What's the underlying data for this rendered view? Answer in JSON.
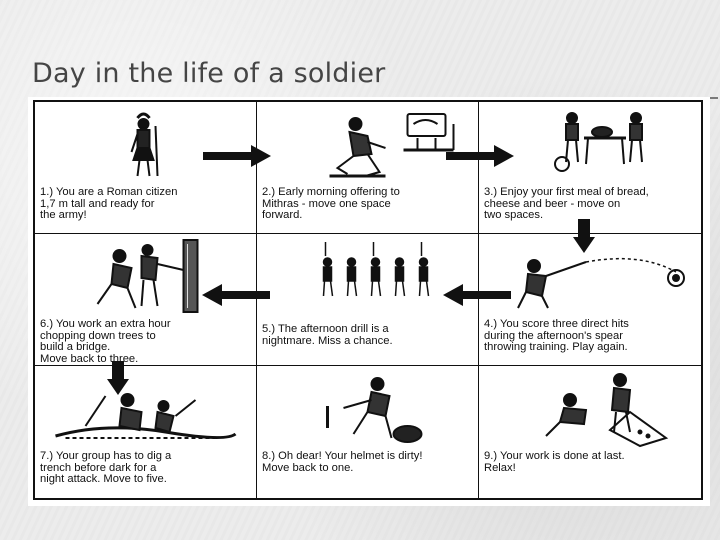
{
  "title": "Day in the life of a soldier",
  "steps": [
    {
      "num": "1.)",
      "text": "You are a Roman citizen\n1,7 m tall and ready for\nthe army!"
    },
    {
      "num": "2.)",
      "text": "Early morning offering to\nMithras - move one space\nforward."
    },
    {
      "num": "3.)",
      "text": "Enjoy your first meal of bread,\ncheese and beer - move on\ntwo spaces."
    },
    {
      "num": "4.)",
      "text": "You score three direct hits\nduring the afternoon's spear\nthrowing training.  Play again."
    },
    {
      "num": "5.)",
      "text": "The afternoon drill is a\nnightmare.  Miss a chance."
    },
    {
      "num": "6.)",
      "text": "You work an extra hour\nchopping down trees to\nbuild a bridge.\nMove back to three."
    },
    {
      "num": "7.)",
      "text": "Your group has to dig a\ntrench before dark for a\nnight attack.  Move to five."
    },
    {
      "num": "8.)",
      "text": "Oh dear! Your helmet is dirty!\nMove back to one."
    },
    {
      "num": "9.)",
      "text": "Your work is done at last.\nRelax!"
    }
  ],
  "colors": {
    "ink": "#111111",
    "title": "#454545",
    "background": "#ececec"
  }
}
